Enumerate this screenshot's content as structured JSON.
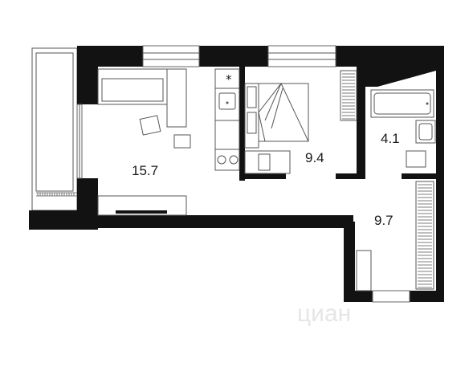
{
  "rooms": {
    "living": {
      "area": "15.7"
    },
    "bedroom": {
      "area": "9.4"
    },
    "bathroom": {
      "area": "4.1"
    },
    "hallway": {
      "area": "9.7"
    }
  },
  "kitchen_marker": "*",
  "watermark": "циан",
  "colors": {
    "wall": "#121212",
    "line": "#555555",
    "background": "#ffffff"
  }
}
